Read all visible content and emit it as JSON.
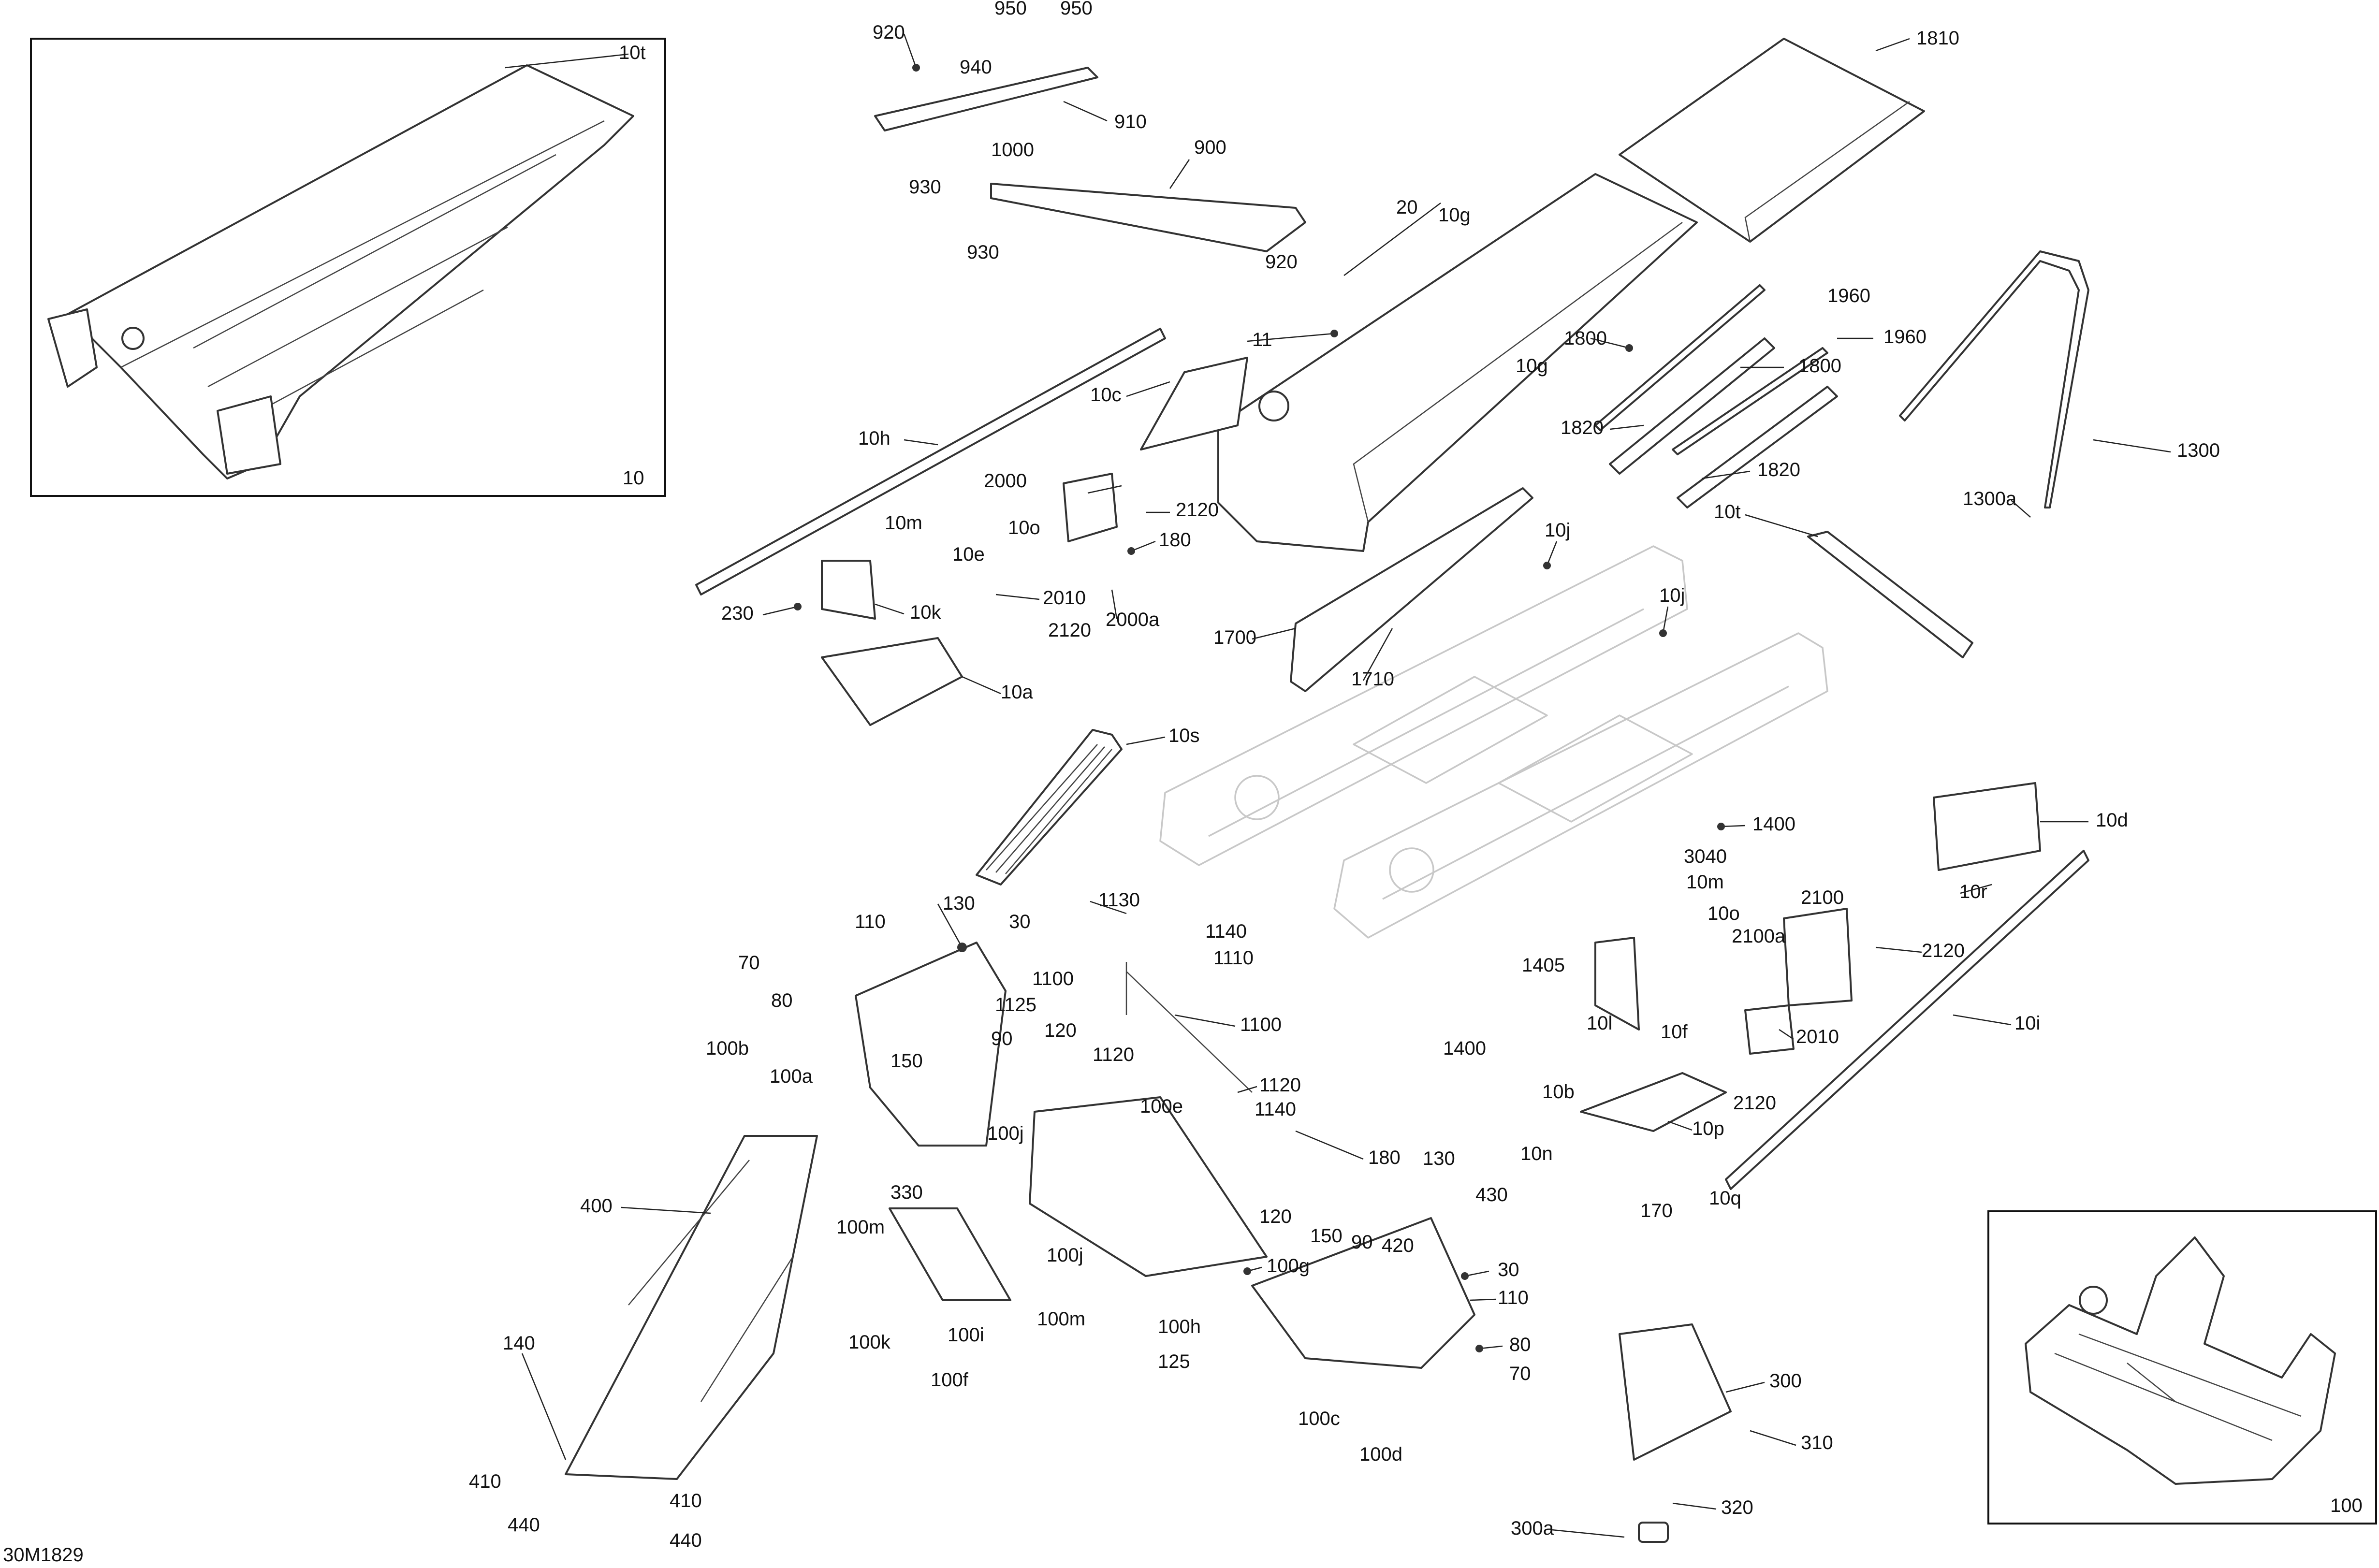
{
  "diagram_code": "30M1829",
  "insets": {
    "left_label": "10",
    "left_callout": "10t",
    "right_label": "100"
  },
  "callouts": [
    {
      "id": "c920a",
      "text": "920"
    },
    {
      "id": "c950a",
      "text": "950"
    },
    {
      "id": "c950b",
      "text": "950"
    },
    {
      "id": "c940",
      "text": "940"
    },
    {
      "id": "c910",
      "text": "910"
    },
    {
      "id": "c1000",
      "text": "1000"
    },
    {
      "id": "c930a",
      "text": "930"
    },
    {
      "id": "c900",
      "text": "900"
    },
    {
      "id": "c930b",
      "text": "930"
    },
    {
      "id": "c920b",
      "text": "920"
    },
    {
      "id": "c20",
      "text": "20"
    },
    {
      "id": "c10g",
      "text": "10g"
    },
    {
      "id": "c1810",
      "text": "1810"
    },
    {
      "id": "c11",
      "text": "11"
    },
    {
      "id": "c1960a",
      "text": "1960"
    },
    {
      "id": "c1800a",
      "text": "1800"
    },
    {
      "id": "c1960b",
      "text": "1960"
    },
    {
      "id": "c10g2",
      "text": "10g"
    },
    {
      "id": "c1800b",
      "text": "1800"
    },
    {
      "id": "c1820a",
      "text": "1820"
    },
    {
      "id": "c1820b",
      "text": "1820"
    },
    {
      "id": "c1300",
      "text": "1300"
    },
    {
      "id": "c1300a",
      "text": "1300a"
    },
    {
      "id": "c10t",
      "text": "10t"
    },
    {
      "id": "c10c",
      "text": "10c"
    },
    {
      "id": "c10h",
      "text": "10h"
    },
    {
      "id": "c2000",
      "text": "2000"
    },
    {
      "id": "c2120a",
      "text": "2120"
    },
    {
      "id": "c180",
      "text": "180"
    },
    {
      "id": "c10m",
      "text": "10m"
    },
    {
      "id": "c10o",
      "text": "10o"
    },
    {
      "id": "c10e",
      "text": "10e"
    },
    {
      "id": "c2010a",
      "text": "2010"
    },
    {
      "id": "c2000a",
      "text": "2000a"
    },
    {
      "id": "c230",
      "text": "230"
    },
    {
      "id": "c10k",
      "text": "10k"
    },
    {
      "id": "c2120b",
      "text": "2120"
    },
    {
      "id": "c1700",
      "text": "1700"
    },
    {
      "id": "c1710",
      "text": "1710"
    },
    {
      "id": "c10j1",
      "text": "10j"
    },
    {
      "id": "c10j2",
      "text": "10j"
    },
    {
      "id": "c10a",
      "text": "10a"
    },
    {
      "id": "c10s",
      "text": "10s"
    },
    {
      "id": "c1400a",
      "text": "1400"
    },
    {
      "id": "c3040",
      "text": "3040"
    },
    {
      "id": "c10m2",
      "text": "10m"
    },
    {
      "id": "c10d",
      "text": "10d"
    },
    {
      "id": "c10r",
      "text": "10r"
    },
    {
      "id": "c2100",
      "text": "2100"
    },
    {
      "id": "c10o2",
      "text": "10o"
    },
    {
      "id": "c2100a",
      "text": "2100a"
    },
    {
      "id": "c2120c",
      "text": "2120"
    },
    {
      "id": "c1405",
      "text": "1405"
    },
    {
      "id": "c10i",
      "text": "10i"
    },
    {
      "id": "c10l",
      "text": "10l"
    },
    {
      "id": "c10f",
      "text": "10f"
    },
    {
      "id": "c2010b",
      "text": "2010"
    },
    {
      "id": "c1400b",
      "text": "1400"
    },
    {
      "id": "c10b",
      "text": "10b"
    },
    {
      "id": "c2120d",
      "text": "2120"
    },
    {
      "id": "c10p",
      "text": "10p"
    },
    {
      "id": "c10n",
      "text": "10n"
    },
    {
      "id": "c170",
      "text": "170"
    },
    {
      "id": "c10q",
      "text": "10q"
    },
    {
      "id": "c130a",
      "text": "130"
    },
    {
      "id": "c30a",
      "text": "30"
    },
    {
      "id": "c110a",
      "text": "110"
    },
    {
      "id": "c70a",
      "text": "70"
    },
    {
      "id": "c80a",
      "text": "80"
    },
    {
      "id": "c1130",
      "text": "1130"
    },
    {
      "id": "c1140a",
      "text": "1140"
    },
    {
      "id": "c1110",
      "text": "1110"
    },
    {
      "id": "c1100a",
      "text": "1100"
    },
    {
      "id": "c1125",
      "text": "1125"
    },
    {
      "id": "c1100b",
      "text": "1100"
    },
    {
      "id": "c100b",
      "text": "100b"
    },
    {
      "id": "c150a",
      "text": "150"
    },
    {
      "id": "c90a",
      "text": "90"
    },
    {
      "id": "c120a",
      "text": "120"
    },
    {
      "id": "c1120a",
      "text": "1120"
    },
    {
      "id": "c100a",
      "text": "100a"
    },
    {
      "id": "c1120b",
      "text": "1120"
    },
    {
      "id": "c1140b",
      "text": "1140"
    },
    {
      "id": "c100e",
      "text": "100e"
    },
    {
      "id": "c100j1",
      "text": "100j"
    },
    {
      "id": "c180b",
      "text": "180"
    },
    {
      "id": "c130b",
      "text": "130"
    },
    {
      "id": "c400",
      "text": "400"
    },
    {
      "id": "c330",
      "text": "330"
    },
    {
      "id": "c120b",
      "text": "120"
    },
    {
      "id": "c430",
      "text": "430"
    },
    {
      "id": "c100m1",
      "text": "100m"
    },
    {
      "id": "c100j2",
      "text": "100j"
    },
    {
      "id": "c150b",
      "text": "150"
    },
    {
      "id": "c90b",
      "text": "90"
    },
    {
      "id": "c420",
      "text": "420"
    },
    {
      "id": "c100g",
      "text": "100g"
    },
    {
      "id": "c30b",
      "text": "30"
    },
    {
      "id": "c110b",
      "text": "110"
    },
    {
      "id": "c100k",
      "text": "100k"
    },
    {
      "id": "c100i",
      "text": "100i"
    },
    {
      "id": "c100m2",
      "text": "100m"
    },
    {
      "id": "c100h",
      "text": "100h"
    },
    {
      "id": "c80b",
      "text": "80"
    },
    {
      "id": "c140",
      "text": "140"
    },
    {
      "id": "c100f",
      "text": "100f"
    },
    {
      "id": "c125",
      "text": "125"
    },
    {
      "id": "c70b",
      "text": "70"
    },
    {
      "id": "c300",
      "text": "300"
    },
    {
      "id": "c100c",
      "text": "100c"
    },
    {
      "id": "c310",
      "text": "310"
    },
    {
      "id": "c410a",
      "text": "410"
    },
    {
      "id": "c100d",
      "text": "100d"
    },
    {
      "id": "c410b",
      "text": "410"
    },
    {
      "id": "c440a",
      "text": "440"
    },
    {
      "id": "c320",
      "text": "320"
    },
    {
      "id": "c300a",
      "text": "300a"
    },
    {
      "id": "c440b",
      "text": "440"
    }
  ]
}
